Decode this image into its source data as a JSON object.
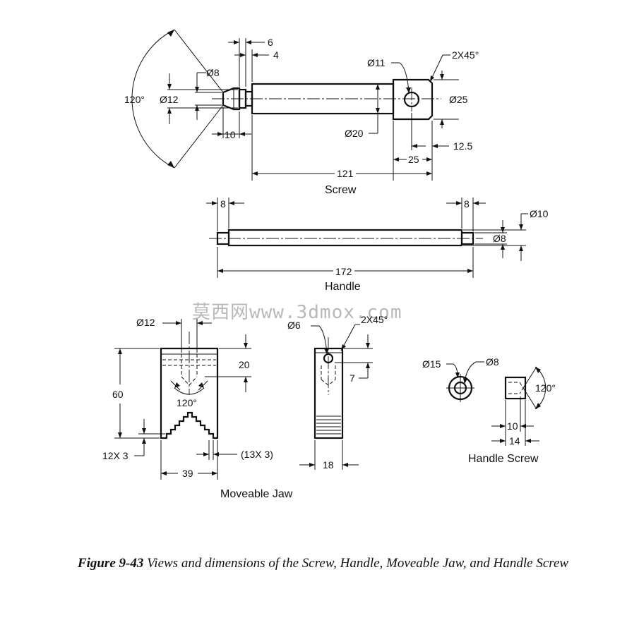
{
  "watermark": "莫西网www.3dmox.com",
  "screw": {
    "title": "Screw",
    "angle": "120°",
    "d_tip": "Ø8",
    "d_neck": "Ø12",
    "len_tip": "10",
    "w6": "6",
    "w4": "4",
    "d_body": "Ø20",
    "d_hole": "Ø11",
    "chamfer": "2X45°",
    "d_head": "Ø25",
    "head_w": "25",
    "hole_off": "12.5",
    "len_total": "121"
  },
  "handle": {
    "title": "Handle",
    "end_left": "8",
    "end_right": "8",
    "d_bar": "Ø10",
    "d_end": "Ø8",
    "len_total": "172"
  },
  "moveable_jaw": {
    "title": "Moveable Jaw",
    "d_bore": "Ø12",
    "depth": "20",
    "height": "60",
    "angle": "120°",
    "teeth_left": "12X 3",
    "teeth_right": "(13X 3)",
    "width": "39",
    "d_side": "Ø6",
    "chamfer": "2X45°",
    "side_depth": "7",
    "thickness": "18"
  },
  "handle_screw": {
    "title": "Handle Screw",
    "d_outer": "Ø15",
    "d_inner": "Ø8",
    "angle": "120°",
    "len_a": "10",
    "len_b": "14"
  },
  "caption": {
    "label": "Figure 9-43",
    "text": " Views and dimensions of the Screw, Handle, Moveable Jaw, and Handle Screw"
  }
}
